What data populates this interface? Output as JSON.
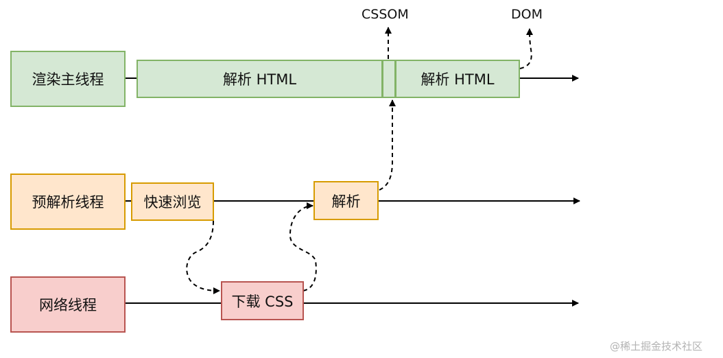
{
  "threads": {
    "render": "渲染主线程",
    "preparse": "预解析线程",
    "network": "网络线程"
  },
  "tasks": {
    "parse_html_1": "解析 HTML",
    "parse_html_2": "解析 HTML",
    "quick_browse": "快速浏览",
    "parse": "解析",
    "download_css": "下载 CSS"
  },
  "outputs": {
    "cssom": "CSSOM",
    "dom": "DOM"
  },
  "watermark": "@稀土掘金技术社区",
  "colors": {
    "green_fill": "#d5e8d4",
    "green_stroke": "#82b366",
    "orange_fill": "#ffe6cc",
    "orange_stroke": "#d79b00",
    "red_fill": "#f8cecc",
    "red_stroke": "#b85450"
  }
}
